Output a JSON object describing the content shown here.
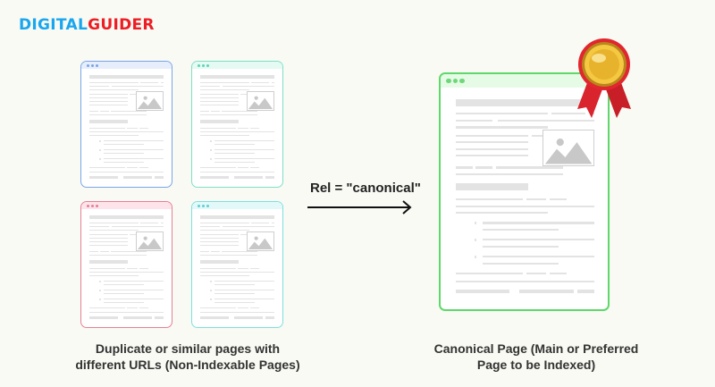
{
  "logo": {
    "part1": "DIGITAL",
    "part2": "GUIDER",
    "color1": "#1aa6ee",
    "color2": "#ee1c24"
  },
  "duplicate_pages": [
    {
      "name": "page-blue",
      "border": "#7aa5e8",
      "bar": "#e6eefc",
      "dot": "#7aa5e8"
    },
    {
      "name": "page-teal",
      "border": "#7fe0c8",
      "bar": "#e4faf3",
      "dot": "#5fd4b4"
    },
    {
      "name": "page-pink",
      "border": "#e67f96",
      "bar": "#fde4ea",
      "dot": "#e67f96"
    },
    {
      "name": "page-cyan",
      "border": "#7fdfe0",
      "bar": "#e3f9f9",
      "dot": "#5fd0d2"
    }
  ],
  "canonical_page": {
    "border": "#5ed86a",
    "bar": "#e6fbe6",
    "dot": "#6ed879"
  },
  "arrow": {
    "label": "Rel = \"canonical\""
  },
  "captions": {
    "left_line1": "Duplicate or similar pages with",
    "left_line2": "different URLs (Non-Indexable Pages)",
    "right_line1": "Canonical Page (Main or Preferred",
    "right_line2": "Page to be Indexed)"
  },
  "icons": {
    "medal": "gold-medal-ribbon-icon",
    "image": "image-placeholder-icon",
    "arrow": "right-arrow-icon"
  }
}
